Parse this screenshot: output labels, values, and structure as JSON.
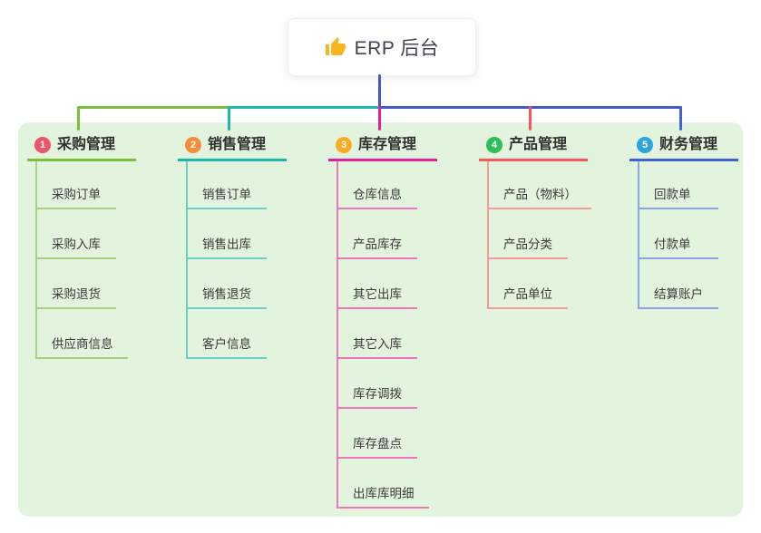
{
  "root": {
    "title": "ERP 后台",
    "icon": "thumbs-up",
    "icon_color": "#F5B71F"
  },
  "panel": {
    "background": "#E3F4DE"
  },
  "connector": {
    "root_color": "#4457CB"
  },
  "branches": [
    {
      "number": "1",
      "label": "采购管理",
      "badge_color": "#F0546C",
      "line_color": "#7CBD40",
      "child_line_color": "#A9D184",
      "children": [
        "采购订单",
        "采购入库",
        "采购退货",
        "供应商信息"
      ]
    },
    {
      "number": "2",
      "label": "销售管理",
      "badge_color": "#F98B3D",
      "line_color": "#1EB6AE",
      "child_line_color": "#6CCEC6",
      "children": [
        "销售订单",
        "销售出库",
        "销售退货",
        "客户信息"
      ]
    },
    {
      "number": "3",
      "label": "库存管理",
      "badge_color": "#F9AC22",
      "line_color": "#E0219A",
      "child_line_color": "#EF76B8",
      "children": [
        "仓库信息",
        "产品库存",
        "其它出库",
        "其它入库",
        "库存调拨",
        "库存盘点",
        "出库库明细"
      ]
    },
    {
      "number": "4",
      "label": "产品管理",
      "badge_color": "#2EBD59",
      "line_color": "#F6575F",
      "child_line_color": "#F89B94",
      "children": [
        "产品（物料）",
        "产品分类",
        "产品单位"
      ]
    },
    {
      "number": "5",
      "label": "财务管理",
      "badge_color": "#29A4DE",
      "line_color": "#3E61D6",
      "child_line_color": "#8BA3E8",
      "children": [
        "回款单",
        "付款单",
        "结算账户"
      ]
    }
  ]
}
